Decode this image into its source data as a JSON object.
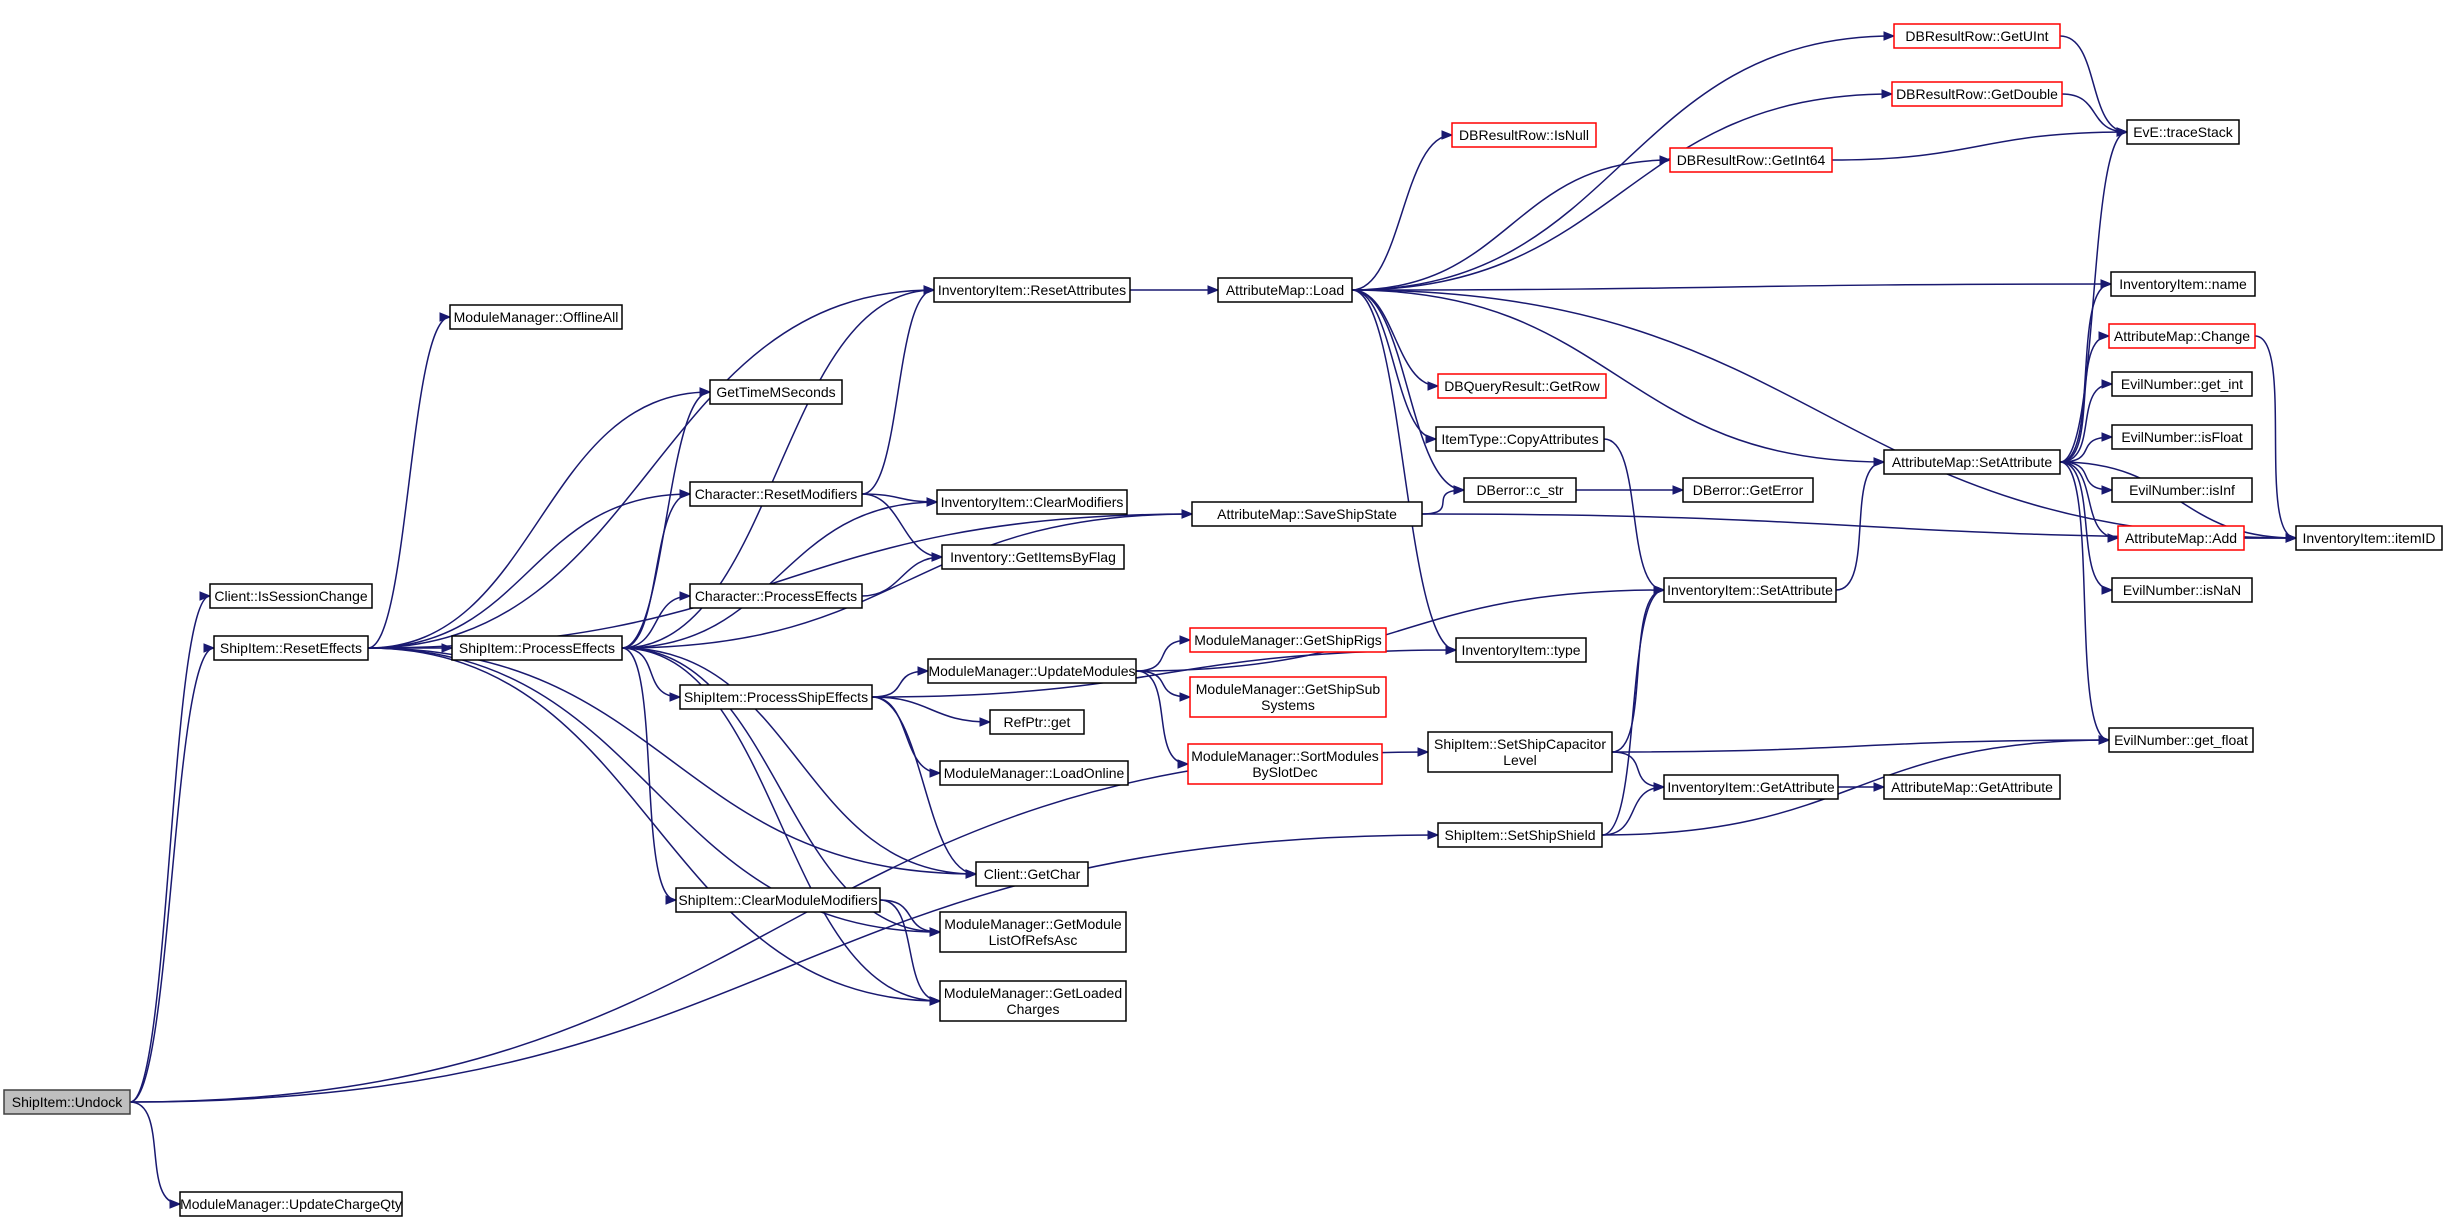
{
  "graph": {
    "root": "undock",
    "nodes": [
      {
        "id": "undock",
        "lines": [
          "ShipItem::Undock"
        ],
        "style": "root"
      },
      {
        "id": "isSessionChange",
        "lines": [
          "Client::IsSessionChange"
        ],
        "style": "normal"
      },
      {
        "id": "resetEffects",
        "lines": [
          "ShipItem::ResetEffects"
        ],
        "style": "normal"
      },
      {
        "id": "updateChargeQty",
        "lines": [
          "ModuleManager::UpdateChargeQty"
        ],
        "style": "normal"
      },
      {
        "id": "offlineAll",
        "lines": [
          "ModuleManager::OfflineAll"
        ],
        "style": "normal"
      },
      {
        "id": "getTimeMS",
        "lines": [
          "GetTimeMSeconds"
        ],
        "style": "normal"
      },
      {
        "id": "processEffects",
        "lines": [
          "ShipItem::ProcessEffects"
        ],
        "style": "normal"
      },
      {
        "id": "charResetMods",
        "lines": [
          "Character::ResetModifiers"
        ],
        "style": "normal"
      },
      {
        "id": "charProcessEffects",
        "lines": [
          "Character::ProcessEffects"
        ],
        "style": "normal"
      },
      {
        "id": "processShipEffects",
        "lines": [
          "ShipItem::ProcessShipEffects"
        ],
        "style": "normal"
      },
      {
        "id": "clearModuleMods",
        "lines": [
          "ShipItem::ClearModuleModifiers"
        ],
        "style": "normal"
      },
      {
        "id": "invResetAttrs",
        "lines": [
          "InventoryItem::ResetAttributes"
        ],
        "style": "normal"
      },
      {
        "id": "invClearMods",
        "lines": [
          "InventoryItem::ClearModifiers"
        ],
        "style": "normal"
      },
      {
        "id": "getItemsByFlag",
        "lines": [
          "Inventory::GetItemsByFlag"
        ],
        "style": "normal"
      },
      {
        "id": "updateModules",
        "lines": [
          "ModuleManager::UpdateModules"
        ],
        "style": "normal"
      },
      {
        "id": "refPtrGet",
        "lines": [
          "RefPtr::get"
        ],
        "style": "normal"
      },
      {
        "id": "loadOnline",
        "lines": [
          "ModuleManager::LoadOnline"
        ],
        "style": "normal"
      },
      {
        "id": "getChar",
        "lines": [
          "Client::GetChar"
        ],
        "style": "normal"
      },
      {
        "id": "getModuleList",
        "lines": [
          "ModuleManager::GetModule",
          "ListOfRefsAsc"
        ],
        "style": "normal"
      },
      {
        "id": "getLoadedCharges",
        "lines": [
          "ModuleManager::GetLoaded",
          "Charges"
        ],
        "style": "normal"
      },
      {
        "id": "getShipRigs",
        "lines": [
          "ModuleManager::GetShipRigs"
        ],
        "style": "red"
      },
      {
        "id": "getShipSub",
        "lines": [
          "ModuleManager::GetShipSub",
          "Systems"
        ],
        "style": "red"
      },
      {
        "id": "sortModules",
        "lines": [
          "ModuleManager::SortModules",
          "BySlotDec"
        ],
        "style": "red"
      },
      {
        "id": "attrLoad",
        "lines": [
          "AttributeMap::Load"
        ],
        "style": "normal"
      },
      {
        "id": "saveShipState",
        "lines": [
          "AttributeMap::SaveShipState"
        ],
        "style": "normal"
      },
      {
        "id": "dbGetUInt",
        "lines": [
          "DBResultRow::GetUInt"
        ],
        "style": "red"
      },
      {
        "id": "dbGetDouble",
        "lines": [
          "DBResultRow::GetDouble"
        ],
        "style": "red"
      },
      {
        "id": "dbIsNull",
        "lines": [
          "DBResultRow::IsNull"
        ],
        "style": "red"
      },
      {
        "id": "dbGetInt64",
        "lines": [
          "DBResultRow::GetInt64"
        ],
        "style": "red"
      },
      {
        "id": "dbGetRow",
        "lines": [
          "DBQueryResult::GetRow"
        ],
        "style": "red"
      },
      {
        "id": "copyAttrs",
        "lines": [
          "ItemType::CopyAttributes"
        ],
        "style": "normal"
      },
      {
        "id": "dbErrCstr",
        "lines": [
          "DBerror::c_str"
        ],
        "style": "normal"
      },
      {
        "id": "dbErrGetError",
        "lines": [
          "DBerror::GetError"
        ],
        "style": "normal"
      },
      {
        "id": "invType",
        "lines": [
          "InventoryItem::type"
        ],
        "style": "normal"
      },
      {
        "id": "invSetAttr",
        "lines": [
          "InventoryItem::SetAttribute"
        ],
        "style": "normal"
      },
      {
        "id": "setCapLevel",
        "lines": [
          "ShipItem::SetShipCapacitor",
          "Level"
        ],
        "style": "normal"
      },
      {
        "id": "setShield",
        "lines": [
          "ShipItem::SetShipShield"
        ],
        "style": "normal"
      },
      {
        "id": "invGetAttr",
        "lines": [
          "InventoryItem::GetAttribute"
        ],
        "style": "normal"
      },
      {
        "id": "attrGetAttr",
        "lines": [
          "AttributeMap::GetAttribute"
        ],
        "style": "normal"
      },
      {
        "id": "attrSetAttr",
        "lines": [
          "AttributeMap::SetAttribute"
        ],
        "style": "normal"
      },
      {
        "id": "traceStack",
        "lines": [
          "EvE::traceStack"
        ],
        "style": "normal"
      },
      {
        "id": "invName",
        "lines": [
          "InventoryItem::name"
        ],
        "style": "normal"
      },
      {
        "id": "attrChange",
        "lines": [
          "AttributeMap::Change"
        ],
        "style": "red"
      },
      {
        "id": "getInt",
        "lines": [
          "EvilNumber::get_int"
        ],
        "style": "normal"
      },
      {
        "id": "isFloat",
        "lines": [
          "EvilNumber::isFloat"
        ],
        "style": "normal"
      },
      {
        "id": "isInf",
        "lines": [
          "EvilNumber::isInf"
        ],
        "style": "normal"
      },
      {
        "id": "attrAdd",
        "lines": [
          "AttributeMap::Add"
        ],
        "style": "red"
      },
      {
        "id": "isNaN",
        "lines": [
          "EvilNumber::isNaN"
        ],
        "style": "normal"
      },
      {
        "id": "getFloat",
        "lines": [
          "EvilNumber::get_float"
        ],
        "style": "normal"
      },
      {
        "id": "itemID",
        "lines": [
          "InventoryItem::itemID"
        ],
        "style": "normal"
      }
    ],
    "edges": [
      [
        "undock",
        "isSessionChange"
      ],
      [
        "undock",
        "resetEffects"
      ],
      [
        "undock",
        "updateChargeQty"
      ],
      [
        "undock",
        "setCapLevel"
      ],
      [
        "undock",
        "setShield"
      ],
      [
        "resetEffects",
        "processEffects"
      ],
      [
        "resetEffects",
        "offlineAll"
      ],
      [
        "resetEffects",
        "getTimeMS"
      ],
      [
        "resetEffects",
        "charResetMods"
      ],
      [
        "resetEffects",
        "invResetAttrs"
      ],
      [
        "resetEffects",
        "saveShipState"
      ],
      [
        "resetEffects",
        "getChar"
      ],
      [
        "resetEffects",
        "getModuleList"
      ],
      [
        "resetEffects",
        "getLoadedCharges"
      ],
      [
        "processEffects",
        "getTimeMS"
      ],
      [
        "processEffects",
        "charResetMods"
      ],
      [
        "processEffects",
        "invResetAttrs"
      ],
      [
        "processEffects",
        "invClearMods"
      ],
      [
        "processEffects",
        "charProcessEffects"
      ],
      [
        "processEffects",
        "saveShipState"
      ],
      [
        "processEffects",
        "processShipEffects"
      ],
      [
        "processEffects",
        "getChar"
      ],
      [
        "processEffects",
        "clearModuleMods"
      ],
      [
        "processEffects",
        "getModuleList"
      ],
      [
        "processEffects",
        "getLoadedCharges"
      ],
      [
        "charResetMods",
        "invResetAttrs"
      ],
      [
        "charResetMods",
        "invClearMods"
      ],
      [
        "charResetMods",
        "getItemsByFlag"
      ],
      [
        "charProcessEffects",
        "getItemsByFlag"
      ],
      [
        "processShipEffects",
        "updateModules"
      ],
      [
        "processShipEffects",
        "refPtrGet"
      ],
      [
        "processShipEffects",
        "loadOnline"
      ],
      [
        "processShipEffects",
        "getChar"
      ],
      [
        "processShipEffects",
        "invType"
      ],
      [
        "clearModuleMods",
        "getModuleList"
      ],
      [
        "clearModuleMods",
        "getLoadedCharges"
      ],
      [
        "invResetAttrs",
        "attrLoad"
      ],
      [
        "updateModules",
        "invSetAttr"
      ],
      [
        "updateModules",
        "getShipRigs"
      ],
      [
        "updateModules",
        "getShipSub"
      ],
      [
        "updateModules",
        "sortModules"
      ],
      [
        "attrLoad",
        "dbGetUInt"
      ],
      [
        "attrLoad",
        "dbGetDouble"
      ],
      [
        "attrLoad",
        "dbIsNull"
      ],
      [
        "attrLoad",
        "dbGetInt64"
      ],
      [
        "attrLoad",
        "itemID"
      ],
      [
        "attrLoad",
        "invName"
      ],
      [
        "attrLoad",
        "dbGetRow"
      ],
      [
        "attrLoad",
        "copyAttrs"
      ],
      [
        "attrLoad",
        "dbErrCstr"
      ],
      [
        "attrLoad",
        "attrSetAttr"
      ],
      [
        "attrLoad",
        "invType"
      ],
      [
        "saveShipState",
        "dbErrCstr"
      ],
      [
        "saveShipState",
        "itemID"
      ],
      [
        "copyAttrs",
        "invSetAttr"
      ],
      [
        "dbErrCstr",
        "dbErrGetError"
      ],
      [
        "dbGetUInt",
        "traceStack"
      ],
      [
        "dbGetDouble",
        "traceStack"
      ],
      [
        "dbGetInt64",
        "traceStack"
      ],
      [
        "invSetAttr",
        "attrSetAttr"
      ],
      [
        "attrSetAttr",
        "traceStack"
      ],
      [
        "attrSetAttr",
        "invName"
      ],
      [
        "attrSetAttr",
        "attrChange"
      ],
      [
        "attrSetAttr",
        "getInt"
      ],
      [
        "attrSetAttr",
        "isFloat"
      ],
      [
        "attrSetAttr",
        "isInf"
      ],
      [
        "attrSetAttr",
        "attrAdd"
      ],
      [
        "attrSetAttr",
        "isNaN"
      ],
      [
        "attrSetAttr",
        "itemID"
      ],
      [
        "attrSetAttr",
        "getFloat"
      ],
      [
        "attrChange",
        "itemID"
      ],
      [
        "attrAdd",
        "itemID"
      ],
      [
        "setCapLevel",
        "invSetAttr"
      ],
      [
        "setCapLevel",
        "invGetAttr"
      ],
      [
        "setCapLevel",
        "getFloat"
      ],
      [
        "setShield",
        "invSetAttr"
      ],
      [
        "setShield",
        "invGetAttr"
      ],
      [
        "setShield",
        "getFloat"
      ],
      [
        "invGetAttr",
        "attrGetAttr"
      ]
    ]
  }
}
